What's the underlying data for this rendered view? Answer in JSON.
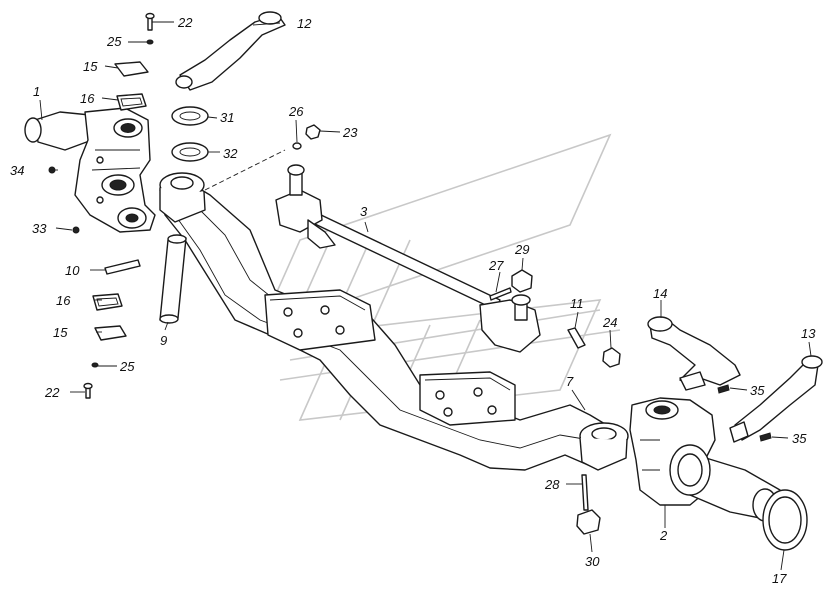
{
  "diagram": {
    "type": "exploded-parts-view",
    "callouts": [
      {
        "id": "c1",
        "text": "1"
      },
      {
        "id": "c2",
        "text": "2"
      },
      {
        "id": "c3",
        "text": "3"
      },
      {
        "id": "c7",
        "text": "7"
      },
      {
        "id": "c9",
        "text": "9"
      },
      {
        "id": "c10",
        "text": "10"
      },
      {
        "id": "c11",
        "text": "11"
      },
      {
        "id": "c12",
        "text": "12"
      },
      {
        "id": "c13",
        "text": "13"
      },
      {
        "id": "c14",
        "text": "14"
      },
      {
        "id": "c15a",
        "text": "15"
      },
      {
        "id": "c15b",
        "text": "15"
      },
      {
        "id": "c16a",
        "text": "16"
      },
      {
        "id": "c16b",
        "text": "16"
      },
      {
        "id": "c17",
        "text": "17"
      },
      {
        "id": "c22a",
        "text": "22"
      },
      {
        "id": "c22b",
        "text": "22"
      },
      {
        "id": "c23",
        "text": "23"
      },
      {
        "id": "c24",
        "text": "24"
      },
      {
        "id": "c25a",
        "text": "25"
      },
      {
        "id": "c25b",
        "text": "25"
      },
      {
        "id": "c26",
        "text": "26"
      },
      {
        "id": "c27",
        "text": "27"
      },
      {
        "id": "c28",
        "text": "28"
      },
      {
        "id": "c29",
        "text": "29"
      },
      {
        "id": "c30",
        "text": "30"
      },
      {
        "id": "c31",
        "text": "31"
      },
      {
        "id": "c32",
        "text": "32"
      },
      {
        "id": "c33",
        "text": "33"
      },
      {
        "id": "c34",
        "text": "34"
      },
      {
        "id": "c35a",
        "text": "35"
      },
      {
        "id": "c35b",
        "text": "35"
      }
    ]
  }
}
